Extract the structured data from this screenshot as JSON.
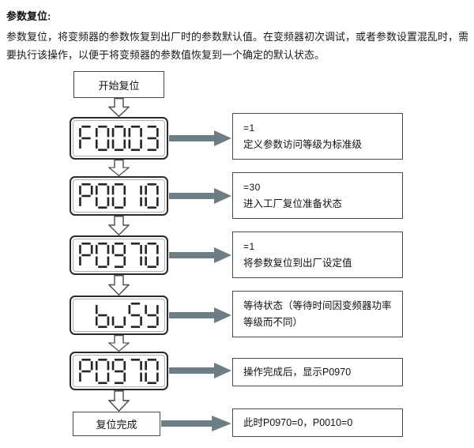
{
  "page": {
    "title": "参数复位:",
    "intro": "参数复位，将变频器的参数恢复到出厂时的参数默认值。在变频器初次调试，或者参数设置混乱时，需要执行该操作，以便于将变频器的参数值恢复到一个确定的默认状态。"
  },
  "colors": {
    "solid_arrow": "#6d7d85",
    "hollow_arrow_outline": "#4d4d4d",
    "display_segment": "#262626",
    "box_border": "#4a4a4a"
  },
  "flow": {
    "start_label": "开始复位",
    "end_label": "复位完成",
    "steps": [
      {
        "display": "F0003",
        "value": "=1",
        "desc": "定义参数访问等级为标准级"
      },
      {
        "display": "P0010",
        "value": "=30",
        "desc": "进入工厂复位准备状态"
      },
      {
        "display": "P0970",
        "value": "=1",
        "desc": "将参数复位到出厂设定值"
      },
      {
        "display": "buSY",
        "value": "",
        "desc": "等待状态（等待时间因变频器功率等级而不同）"
      },
      {
        "display": "P0970",
        "value": "",
        "desc": "操作完成后，显示P0970"
      }
    ],
    "end_desc": "此时P0970=0，P0010=0"
  }
}
